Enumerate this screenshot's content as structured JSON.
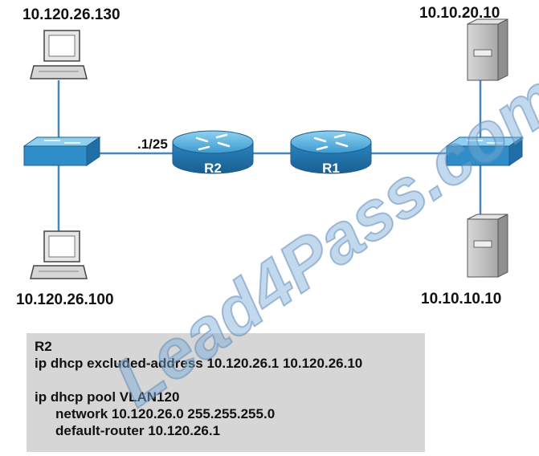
{
  "labels": {
    "pc_top": "10.120.26.130",
    "pc_bottom": "10.120.26.100",
    "server_top": "10.10.20.10",
    "server_bottom": "10.10.10.10",
    "r2_interface": ".1/25",
    "router_r2": "R2",
    "router_r1": "R1"
  },
  "config": {
    "title": "R2",
    "excluded": "ip dhcp excluded-address 10.120.26.1 10.120.26.10",
    "pool": "ip dhcp pool VLAN120",
    "network": "network 10.120.26.0 255.255.255.0",
    "router": "default-router 10.120.26.1"
  },
  "watermark": "Lead4Pass.com",
  "colors": {
    "device_blue": "#2f8ec7",
    "device_light": "#6cbbe6",
    "link": "#4a86b8",
    "config_bg": "#d6d6d6"
  }
}
